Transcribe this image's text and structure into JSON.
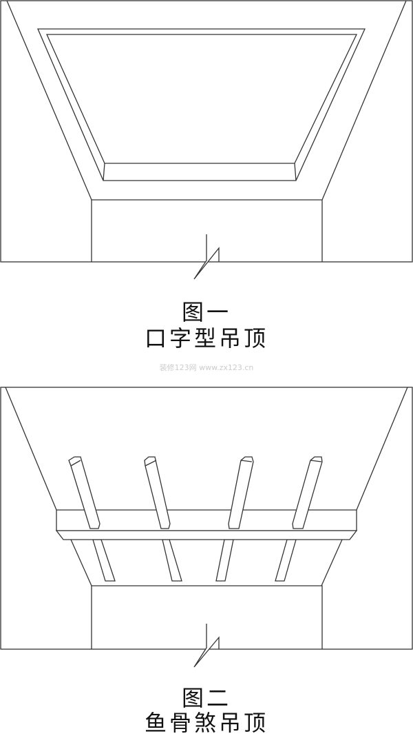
{
  "figure1": {
    "number": "图一",
    "title": "口字型吊顶"
  },
  "figure2": {
    "number": "图二",
    "title": "鱼骨煞吊顶"
  },
  "watermark": "装修123网  www.zx123.cn"
}
